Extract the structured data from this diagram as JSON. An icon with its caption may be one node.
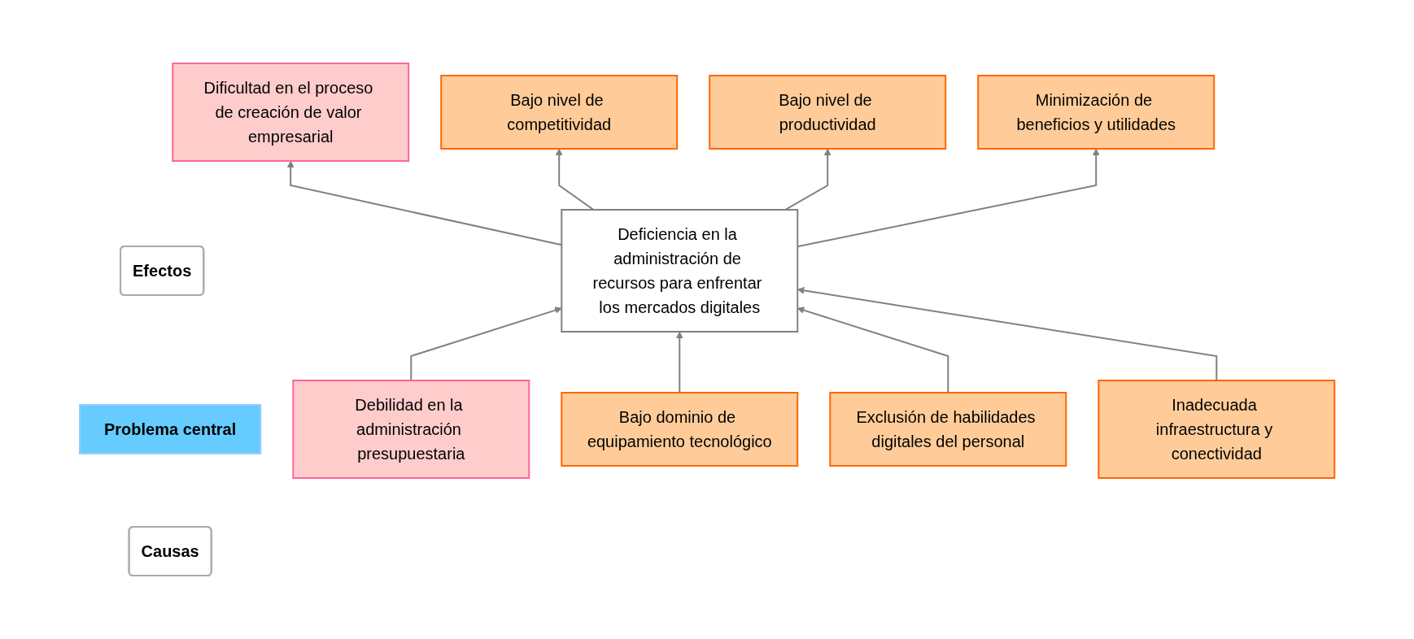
{
  "diagram": {
    "nodes": [
      {
        "text": [
          "Efectos"
        ]
      },
      {
        "text": [
          "Problema central"
        ]
      },
      {
        "text": [
          "Causas"
        ]
      },
      {
        "text": [
          "Dificultad en el proceso de creación de valor empresarial"
        ]
      },
      {
        "text": [
          "Bajo nivel de competitividad"
        ]
      },
      {
        "text": [
          "Bajo nivel de productividad"
        ]
      },
      {
        "text": [
          "Minimización de beneficios y utilidades"
        ]
      },
      {
        "text": [
          "Deficiencia en la administración de recursos para enfrentar los mercados digitales"
        ]
      },
      {
        "text": [
          "Debilidad en la administración presupuestaria"
        ]
      },
      {
        "text": [
          "Bajo dominio de equipamiento tecnológico"
        ]
      },
      {
        "text": [
          "Exclusión de habilidades digitales del personal"
        ]
      },
      {
        "text": [
          "Inadecuada infraestructura y conectividad"
        ]
      }
    ],
    "edges": [
      {
        "from": 7,
        "to": 3,
        "arrow": "to"
      },
      {
        "from": 7,
        "to": 4,
        "arrow": "to"
      },
      {
        "from": 7,
        "to": 5,
        "arrow": "to"
      },
      {
        "from": 7,
        "to": 6,
        "arrow": "to"
      },
      {
        "from": 8,
        "to": 7,
        "arrow": "to"
      },
      {
        "from": 9,
        "to": 7,
        "arrow": "to"
      },
      {
        "from": 10,
        "to": 7,
        "arrow": "to"
      },
      {
        "from": 11,
        "to": 7,
        "arrow": "to"
      }
    ]
  }
}
